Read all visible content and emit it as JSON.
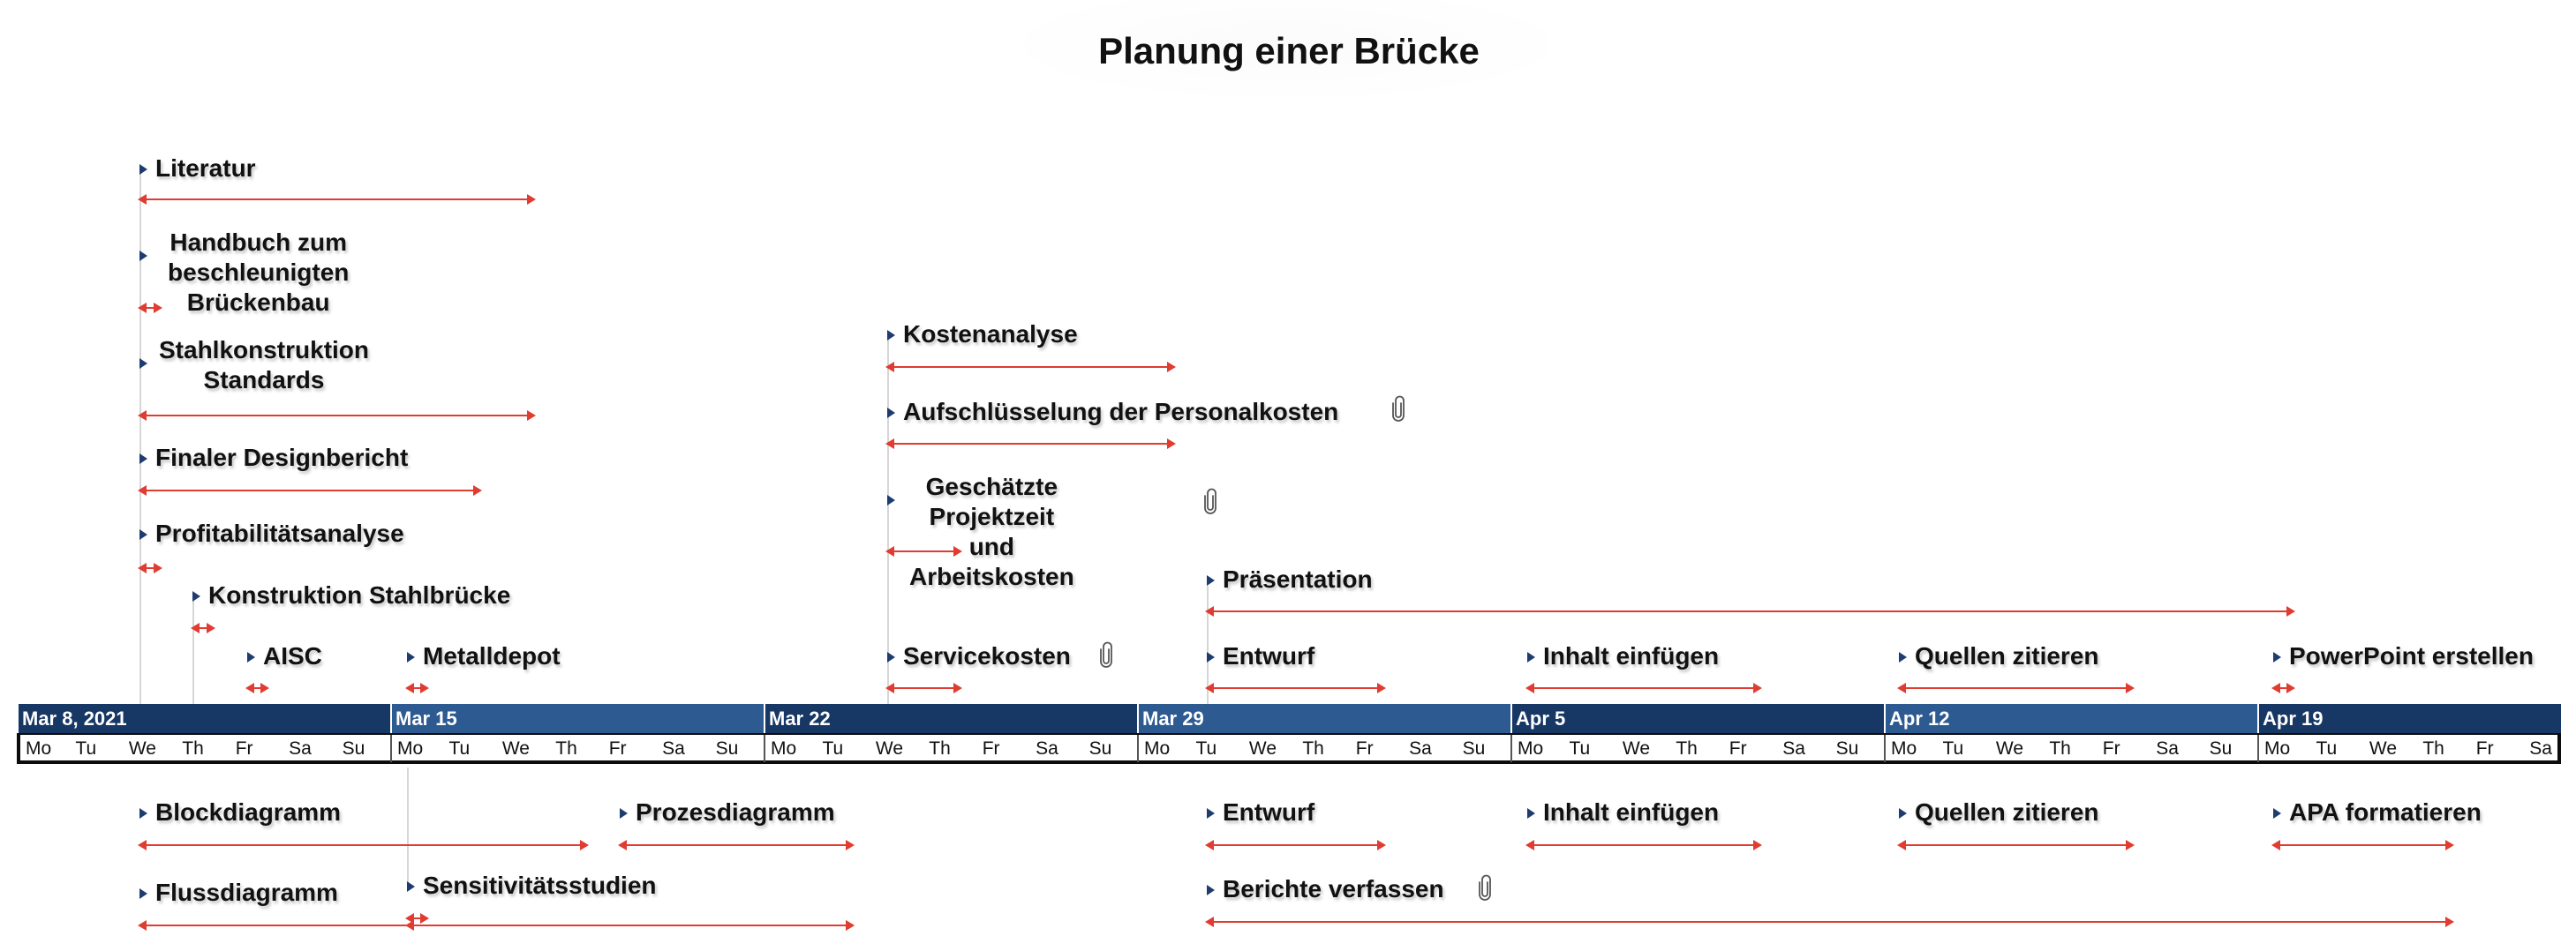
{
  "title": "Planung einer Brücke",
  "weeks": [
    "Mar 8, 2021",
    "Mar 15",
    "Mar 22",
    "Mar 29",
    "Apr 5",
    "Apr 12",
    "Apr 19"
  ],
  "days": [
    "Mo",
    "Tu",
    "We",
    "Th",
    "Fr",
    "Sa",
    "Su"
  ],
  "colors": {
    "week_dark": "#173764",
    "week_light": "#2e5a92",
    "bar": "#e03c31",
    "marker": "#1e3c72"
  },
  "tasks_above": [
    {
      "label": "Literatur"
    },
    {
      "label": "Handbuch zum beschleunigten\nBrückenbau"
    },
    {
      "label": "Stahlkonstruktion\nStandards"
    },
    {
      "label": "Finaler Designbericht"
    },
    {
      "label": "Profitabilitätsanalyse"
    },
    {
      "label": "Konstruktion Stahlbrücke"
    },
    {
      "label": "AISC"
    },
    {
      "label": "Metalldepot"
    },
    {
      "label": "Kostenanalyse"
    },
    {
      "label": "Aufschlüsselung der Personalkosten",
      "attachment": "paperclip-icon"
    },
    {
      "label": "Geschätzte Projektzeit\nund Arbeitskosten",
      "attachment": "paperclip-icon"
    },
    {
      "label": "Servicekosten",
      "attachment": "paperclip-icon"
    },
    {
      "label": "Präsentation"
    },
    {
      "label": "Entwurf"
    },
    {
      "label": "Inhalt einfügen"
    },
    {
      "label": "Quellen zitieren"
    },
    {
      "label": "PowerPoint erstellen"
    }
  ],
  "tasks_below": [
    {
      "label": "Blockdiagramm"
    },
    {
      "label": "Prozesdiagramm"
    },
    {
      "label": "Flussdiagramm"
    },
    {
      "label": "Sensitivitätsstudien"
    },
    {
      "label": "Entwurf"
    },
    {
      "label": "Inhalt einfügen"
    },
    {
      "label": "Quellen zitieren"
    },
    {
      "label": "APA formatieren"
    },
    {
      "label": "Berichte verfassen",
      "attachment": "paperclip-icon"
    }
  ]
}
